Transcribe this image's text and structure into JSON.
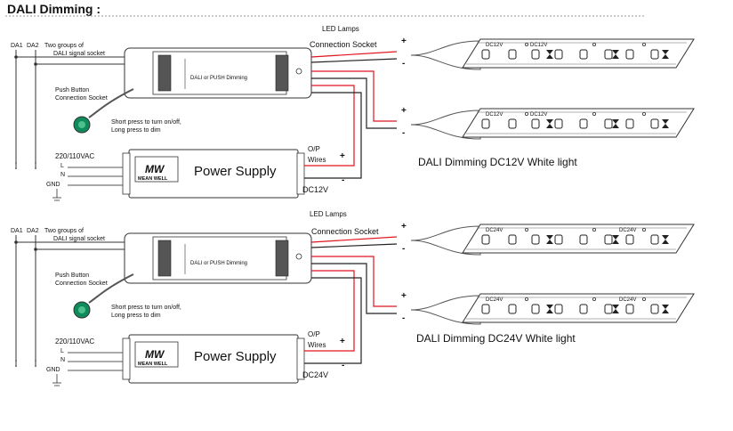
{
  "header": {
    "title": "DALI Dimming :"
  },
  "colors": {
    "wire_red": "#e0141e",
    "wire_black": "#222222",
    "wire_grey": "#8a8a8a",
    "button_green": "#0f8a5a",
    "line": "#333333"
  },
  "sections": [
    {
      "dali_bus": {
        "label_1": "DA1",
        "label_2": "DA2"
      },
      "signal_note": {
        "line1": "Two groups of",
        "line2": "DALI signal socket"
      },
      "push_button": {
        "line1": "Push Button",
        "line2": "Connection Socket"
      },
      "press_note": {
        "line1": "Short press to turn on/off,",
        "line2": "Long press to dim"
      },
      "controller": {
        "label": "DALI or PUSH Dimming"
      },
      "input": {
        "voltage": "220/110VAC",
        "live": "L",
        "neutral": "N",
        "ground": "GND"
      },
      "power_supply": {
        "label": "Power Supply",
        "brand_top": "MW",
        "brand_bottom": "MEAN WELL"
      },
      "output": {
        "op": "O/P",
        "wires": "Wires",
        "voltage": "DC12V",
        "plus": "+",
        "minus": "-"
      },
      "led": {
        "lamps": "LED Lamps",
        "socket": "Connection Socket",
        "plus": "+",
        "minus": "-",
        "strip_tag": "DC12V"
      },
      "caption": "DALI Dimming DC12V White light"
    },
    {
      "dali_bus": {
        "label_1": "DA1",
        "label_2": "DA2"
      },
      "signal_note": {
        "line1": "Two groups of",
        "line2": "DALI signal socket"
      },
      "push_button": {
        "line1": "Push Button",
        "line2": "Connection Socket"
      },
      "press_note": {
        "line1": "Short press to turn on/off,",
        "line2": "Long press to dim"
      },
      "controller": {
        "label": "DALI or PUSH Dimming"
      },
      "input": {
        "voltage": "220/110VAC",
        "live": "L",
        "neutral": "N",
        "ground": "GND"
      },
      "power_supply": {
        "label": "Power Supply",
        "brand_top": "MW",
        "brand_bottom": "MEAN WELL"
      },
      "output": {
        "op": "O/P",
        "wires": "Wires",
        "voltage": "DC24V",
        "plus": "+",
        "minus": "-"
      },
      "led": {
        "lamps": "LED Lamps",
        "socket": "Connection Socket",
        "plus": "+",
        "minus": "-",
        "strip_tag": "DC24V"
      },
      "caption": "DALI Dimming DC24V White light"
    }
  ]
}
